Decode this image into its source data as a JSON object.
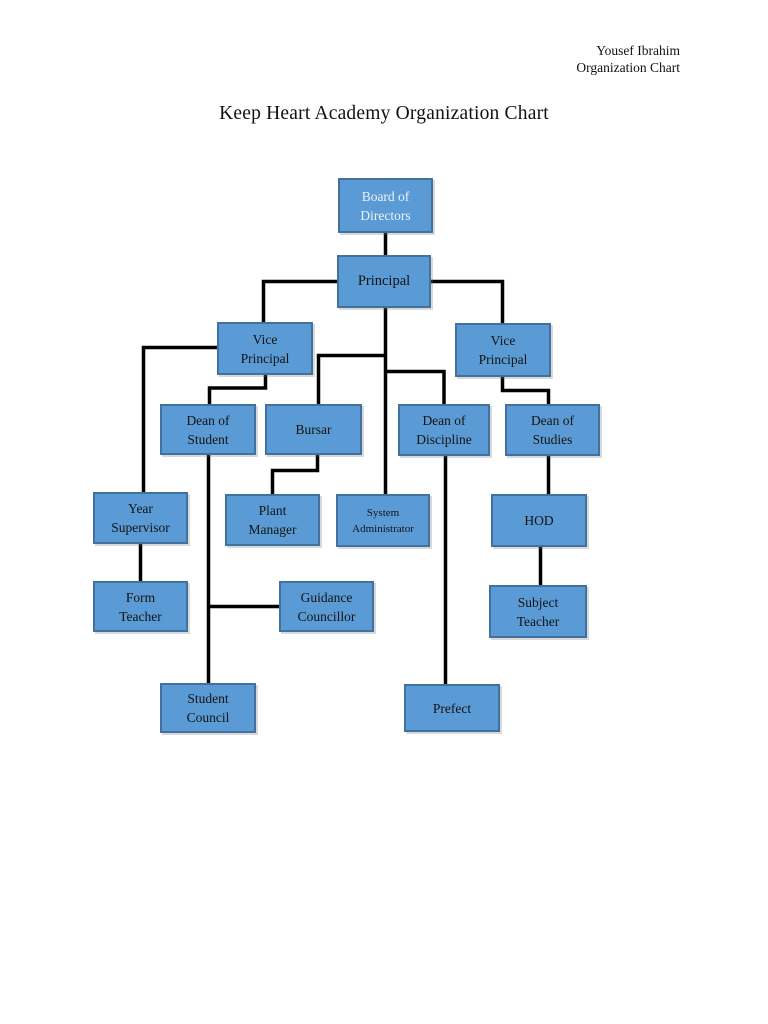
{
  "page": {
    "header_line1": "Yousef Ibrahim",
    "header_line2": "Organization Chart",
    "title": "Keep Heart Academy Organization Chart"
  },
  "colors": {
    "box_fill": "#5B9BD5",
    "box_border": "#41719C",
    "connector": "#000000",
    "board_text": "#ECF2F9",
    "node_text": "#131313",
    "page_background": "#FFFFFF"
  },
  "org": {
    "nodes": {
      "board": {
        "label": "Board of Directors",
        "line1": "Board of",
        "line2": "Directors"
      },
      "principal": {
        "label": "Principal",
        "line1": "Principal"
      },
      "vp_left": {
        "label": "Vice Principal",
        "line1": "Vice",
        "line2": "Principal"
      },
      "vp_right": {
        "label": "Vice Principal",
        "line1": "Vice",
        "line2": "Principal"
      },
      "dean_student": {
        "label": "Dean of Student",
        "line1": "Dean of",
        "line2": "Student"
      },
      "bursar": {
        "label": "Bursar",
        "line1": "Bursar"
      },
      "dean_discipline": {
        "label": "Dean of Discipline",
        "line1": "Dean of",
        "line2": "Discipline"
      },
      "dean_studies": {
        "label": "Dean of Studies",
        "line1": "Dean of",
        "line2": "Studies"
      },
      "year_supervisor": {
        "label": "Year Supervisor",
        "line1": "Year",
        "line2": "Supervisor"
      },
      "plant_manager": {
        "label": "Plant Manager",
        "line1": "Plant",
        "line2": "Manager"
      },
      "system_admin": {
        "label": "System Administrator",
        "line1": "System",
        "line2": "Administrator"
      },
      "hod": {
        "label": "HOD",
        "line1": "HOD"
      },
      "form_teacher": {
        "label": "Form Teacher",
        "line1": "Form",
        "line2": "Teacher"
      },
      "guidance": {
        "label": "Guidance Councillor",
        "line1": "Guidance",
        "line2": "Councillor"
      },
      "subject_teacher": {
        "label": "Subject Teacher",
        "line1": "Subject",
        "line2": "Teacher"
      },
      "student_council": {
        "label": "Student Council",
        "line1": "Student",
        "line2": "Council"
      },
      "prefect": {
        "label": "Prefect",
        "line1": "Prefect"
      }
    },
    "edges": [
      {
        "from": "Board of Directors",
        "to": "Principal"
      },
      {
        "from": "Principal",
        "to": "Vice Principal (left)"
      },
      {
        "from": "Principal",
        "to": "Vice Principal (right)"
      },
      {
        "from": "Principal",
        "to": "Bursar"
      },
      {
        "from": "Principal",
        "to": "Dean of Discipline"
      },
      {
        "from": "Principal",
        "to": "System Administrator"
      },
      {
        "from": "Vice Principal (left)",
        "to": "Year Supervisor"
      },
      {
        "from": "Vice Principal (left)",
        "to": "Dean of Student"
      },
      {
        "from": "Vice Principal (right)",
        "to": "Dean of Studies"
      },
      {
        "from": "Dean of Student",
        "to": "Guidance Councillor"
      },
      {
        "from": "Dean of Student",
        "to": "Student Council"
      },
      {
        "from": "Year Supervisor",
        "to": "Form Teacher"
      },
      {
        "from": "Bursar",
        "to": "Plant Manager"
      },
      {
        "from": "Dean of Discipline",
        "to": "Prefect"
      },
      {
        "from": "Dean of Studies",
        "to": "HOD"
      },
      {
        "from": "HOD",
        "to": "Subject Teacher"
      }
    ]
  }
}
